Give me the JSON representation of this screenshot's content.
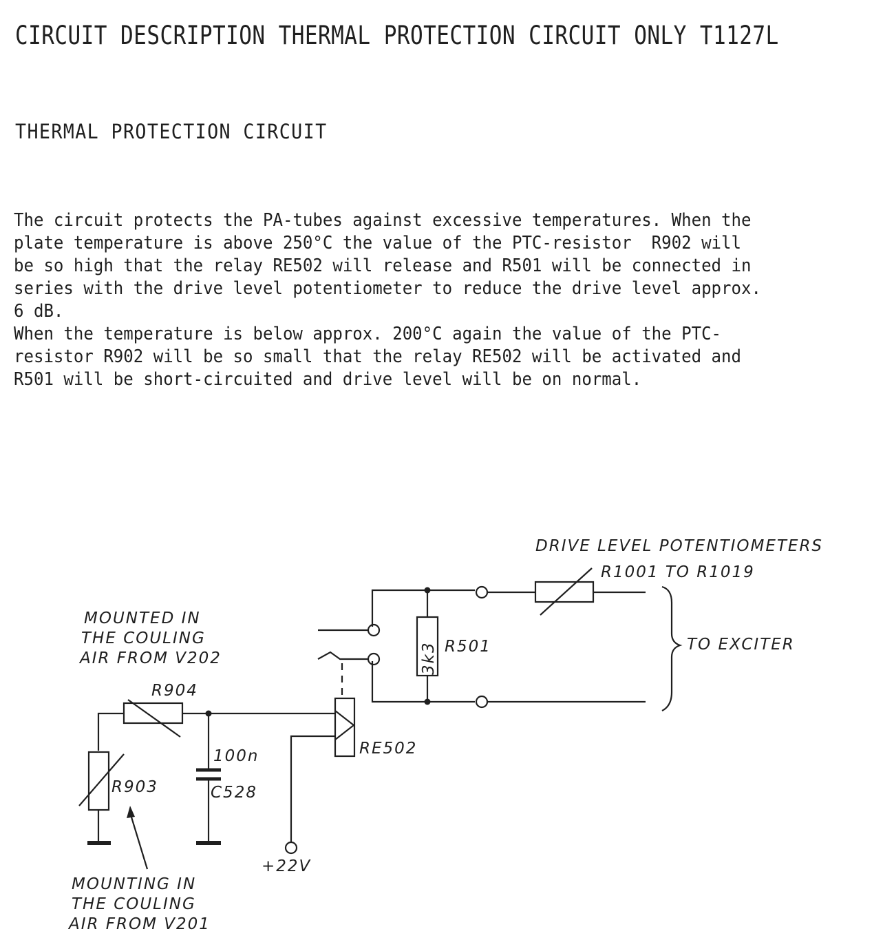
{
  "document": {
    "title": "CIRCUIT DESCRIPTION THERMAL PROTECTION CIRCUIT ONLY T1127L",
    "subtitle": "THERMAL PROTECTION CIRCUIT",
    "paragraph_lines": [
      "The circuit protects the PA-tubes against excessive temperatures. When the",
      "plate temperature is above 250°C the value of the PTC-resistor  R902 will",
      "be so high that the relay RE502 will release and R501 will be connected in",
      "series with the drive level potentiometer to reduce the drive level approx.",
      "6 dB.",
      "When the temperature is below approx. 200°C again the value of the PTC-",
      "resistor R902 will be so small that the relay RE502 will be activated and",
      "R501 will be short-circuited and drive level will be on normal."
    ]
  },
  "diagram": {
    "labels": {
      "drive_level": "DRIVE LEVEL POTENTIOMETERS",
      "r1001": "R1001 TO R1019",
      "r501": "R501",
      "r501_value": "3k3",
      "to_exciter": "TO EXCITER",
      "mounted_v202_line1": "MOUNTED IN",
      "mounted_v202_line2": "THE COULING",
      "mounted_v202_line3": "AIR FROM V202",
      "r904": "R904",
      "r903": "R903",
      "c528_value": "100n",
      "c528": "C528",
      "re502": "RE502",
      "supply": "+22V",
      "mounting_v201_line1": "MOUNTING IN",
      "mounting_v201_line2": "THE COULING",
      "mounting_v201_line3": "AIR FROM V201"
    }
  }
}
